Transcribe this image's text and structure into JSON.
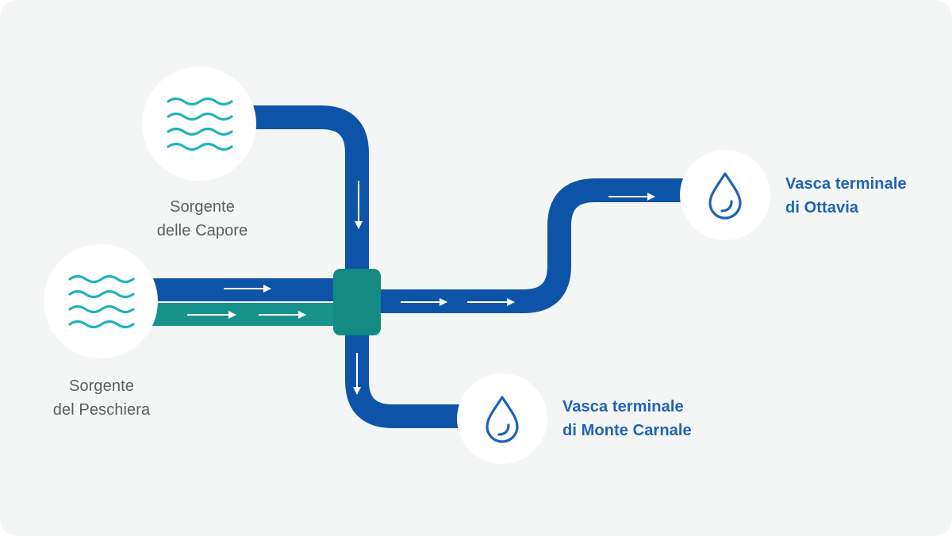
{
  "colors": {
    "background": "#f4f6f6",
    "pipe_blue": "#0d54a8",
    "pipe_teal": "#17938c",
    "junction": "#138b83",
    "wave_teal": "#1fb3b6",
    "drop_blue": "#1f63b4",
    "source_text": "#5b5e60",
    "dest_text": "#1f63b4",
    "arrow": "#ffffff"
  },
  "nodes": {
    "capore": {
      "icon": "waves-icon",
      "label_line1": "Sorgente",
      "label_line2": "delle Capore"
    },
    "peschiera": {
      "icon": "waves-icon",
      "label_line1": "Sorgente",
      "label_line2": "del Peschiera"
    },
    "ottavia": {
      "icon": "water-drop-icon",
      "label_line1": "Vasca terminale",
      "label_line2": "di Ottavia"
    },
    "monte_carnale": {
      "icon": "water-drop-icon",
      "label_line1": "Vasca terminale",
      "label_line2": "di Monte Carnale"
    }
  }
}
